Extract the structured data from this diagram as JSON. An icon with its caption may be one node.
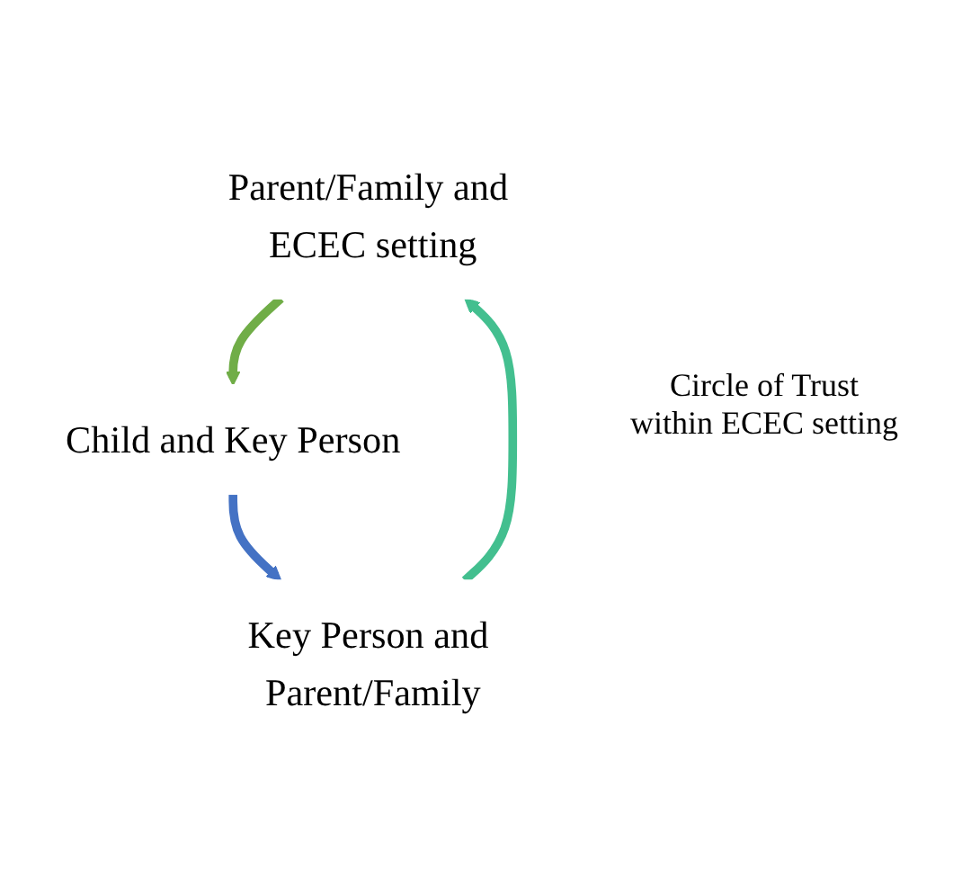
{
  "diagram": {
    "nodes": [
      {
        "text": [
          "Parent/Family and ECEC setting"
        ]
      },
      {
        "text": [
          "Child and Key Person"
        ]
      },
      {
        "text": [
          "Key Person and Parent/Family"
        ]
      }
    ],
    "edges": [
      {
        "from": 0,
        "to": 1,
        "arrow": "to",
        "color": "#70ad47"
      },
      {
        "from": 1,
        "to": 2,
        "arrow": "to",
        "color": "#4472c4"
      },
      {
        "from": 2,
        "to": 0,
        "arrow": "to",
        "color": "#43bf8f"
      }
    ],
    "labels": [
      "Circle of Trust within ECEC setting"
    ]
  }
}
